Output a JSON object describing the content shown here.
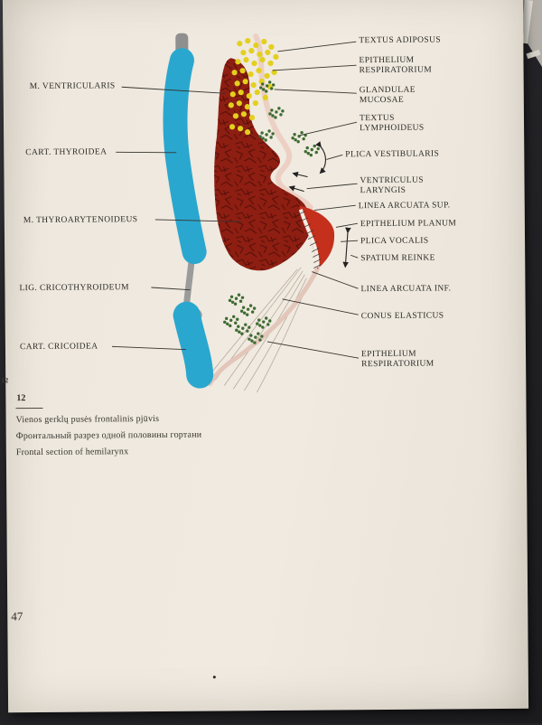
{
  "figure": {
    "margin_number": "12",
    "number": "12",
    "caption_lt": "Vienos gerklų pusės frontalinis pjūvis",
    "caption_ru": "Фронтальный разрез одной половины гортани",
    "caption_en": "Frontal section of hemilarynx",
    "page_number": "47"
  },
  "diagram": {
    "labels_left": [
      {
        "text": "M. VENTRICULARIS"
      },
      {
        "text": "CART. THYROIDEA"
      },
      {
        "text": "M. THYROARYTENOIDEUS"
      },
      {
        "text": "LIG. CRICOTHYROIDEUM"
      },
      {
        "text": "CART. CRICOIDEA"
      }
    ],
    "labels_right": [
      {
        "text": "TEXTUS ADIPOSUS"
      },
      {
        "text": "EPITHELIUM\nRESPIRATORIUM"
      },
      {
        "text": "GLANDULAE\nMUCOSAE"
      },
      {
        "text": "TEXTUS\nLYMPHOIDEUS"
      },
      {
        "text": "PLICA VESTIBULARIS"
      },
      {
        "text": "VENTRICULUS\nLARYNGIS"
      },
      {
        "text": "LINEA ARCUATA SUP."
      },
      {
        "text": "EPITHELIUM PLANUM"
      },
      {
        "text": "PLICA VOCALIS"
      },
      {
        "text": "SPATIUM REINKE"
      },
      {
        "text": "LINEA ARCUATA INF."
      },
      {
        "text": "CONUS ELASTICUS"
      },
      {
        "text": "EPITHELIUM\nRESPIRATORIUM"
      }
    ],
    "colors": {
      "cartilage_blue": "#2aa7cf",
      "muscle_red": "#8e1e12",
      "vocal_fold_red": "#c5301c",
      "fat_yellow": "#e3d01d",
      "gland_green": "#3e6b31",
      "epithelium_pink": "#ecd0c3"
    }
  }
}
